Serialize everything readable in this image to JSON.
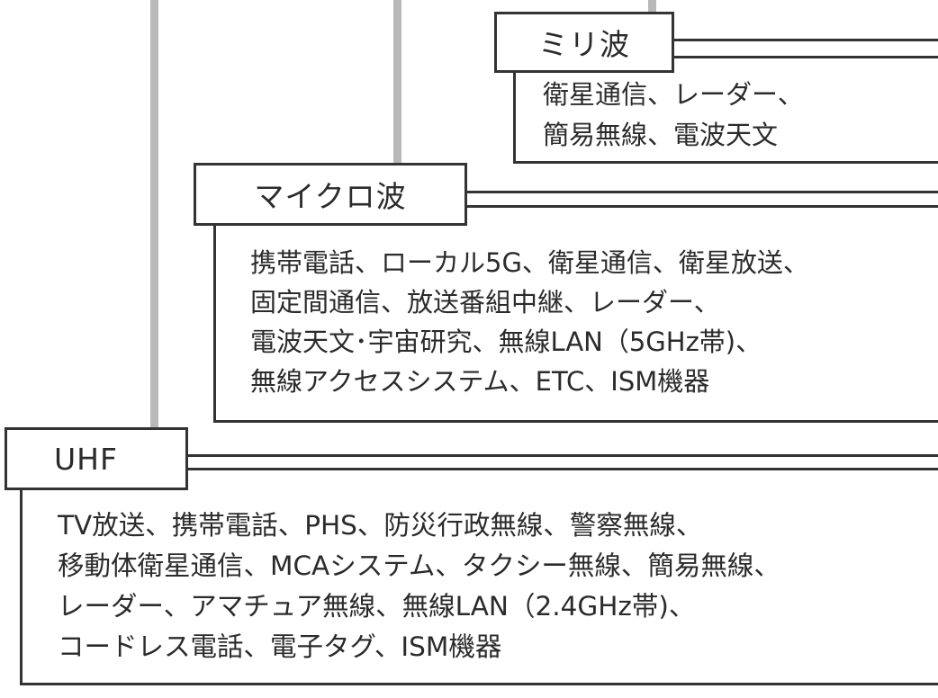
{
  "bands": {
    "milli": {
      "label": "ミリ波",
      "uses": [
        "衛星通信、レーダー、",
        "簡易無線、電波天文"
      ]
    },
    "micro": {
      "label": "マイクロ波",
      "uses": [
        "携帯電話、ローカル5G、衛星通信、衛星放送、",
        "固定間通信、放送番組中継、レーダー、",
        "電波天文･宇宙研究、無線LAN（5GHz帯)、",
        "無線アクセスシステム、ETC、ISM機器"
      ]
    },
    "uhf": {
      "label": "UHF",
      "uses": [
        "TV放送、携帯電話、PHS、防災行政無線、警察無線、",
        "移動体衛星通信、MCAシステム、タクシー無線、簡易無線、",
        "レーダー、アマチュア無線、無線LAN（2.4GHz帯)、",
        "コードレス電話、電子タグ、ISM機器"
      ]
    }
  },
  "colors": {
    "connector_bar": "#b9b9b9",
    "stroke": "#333333",
    "text": "#2b2b2b"
  }
}
